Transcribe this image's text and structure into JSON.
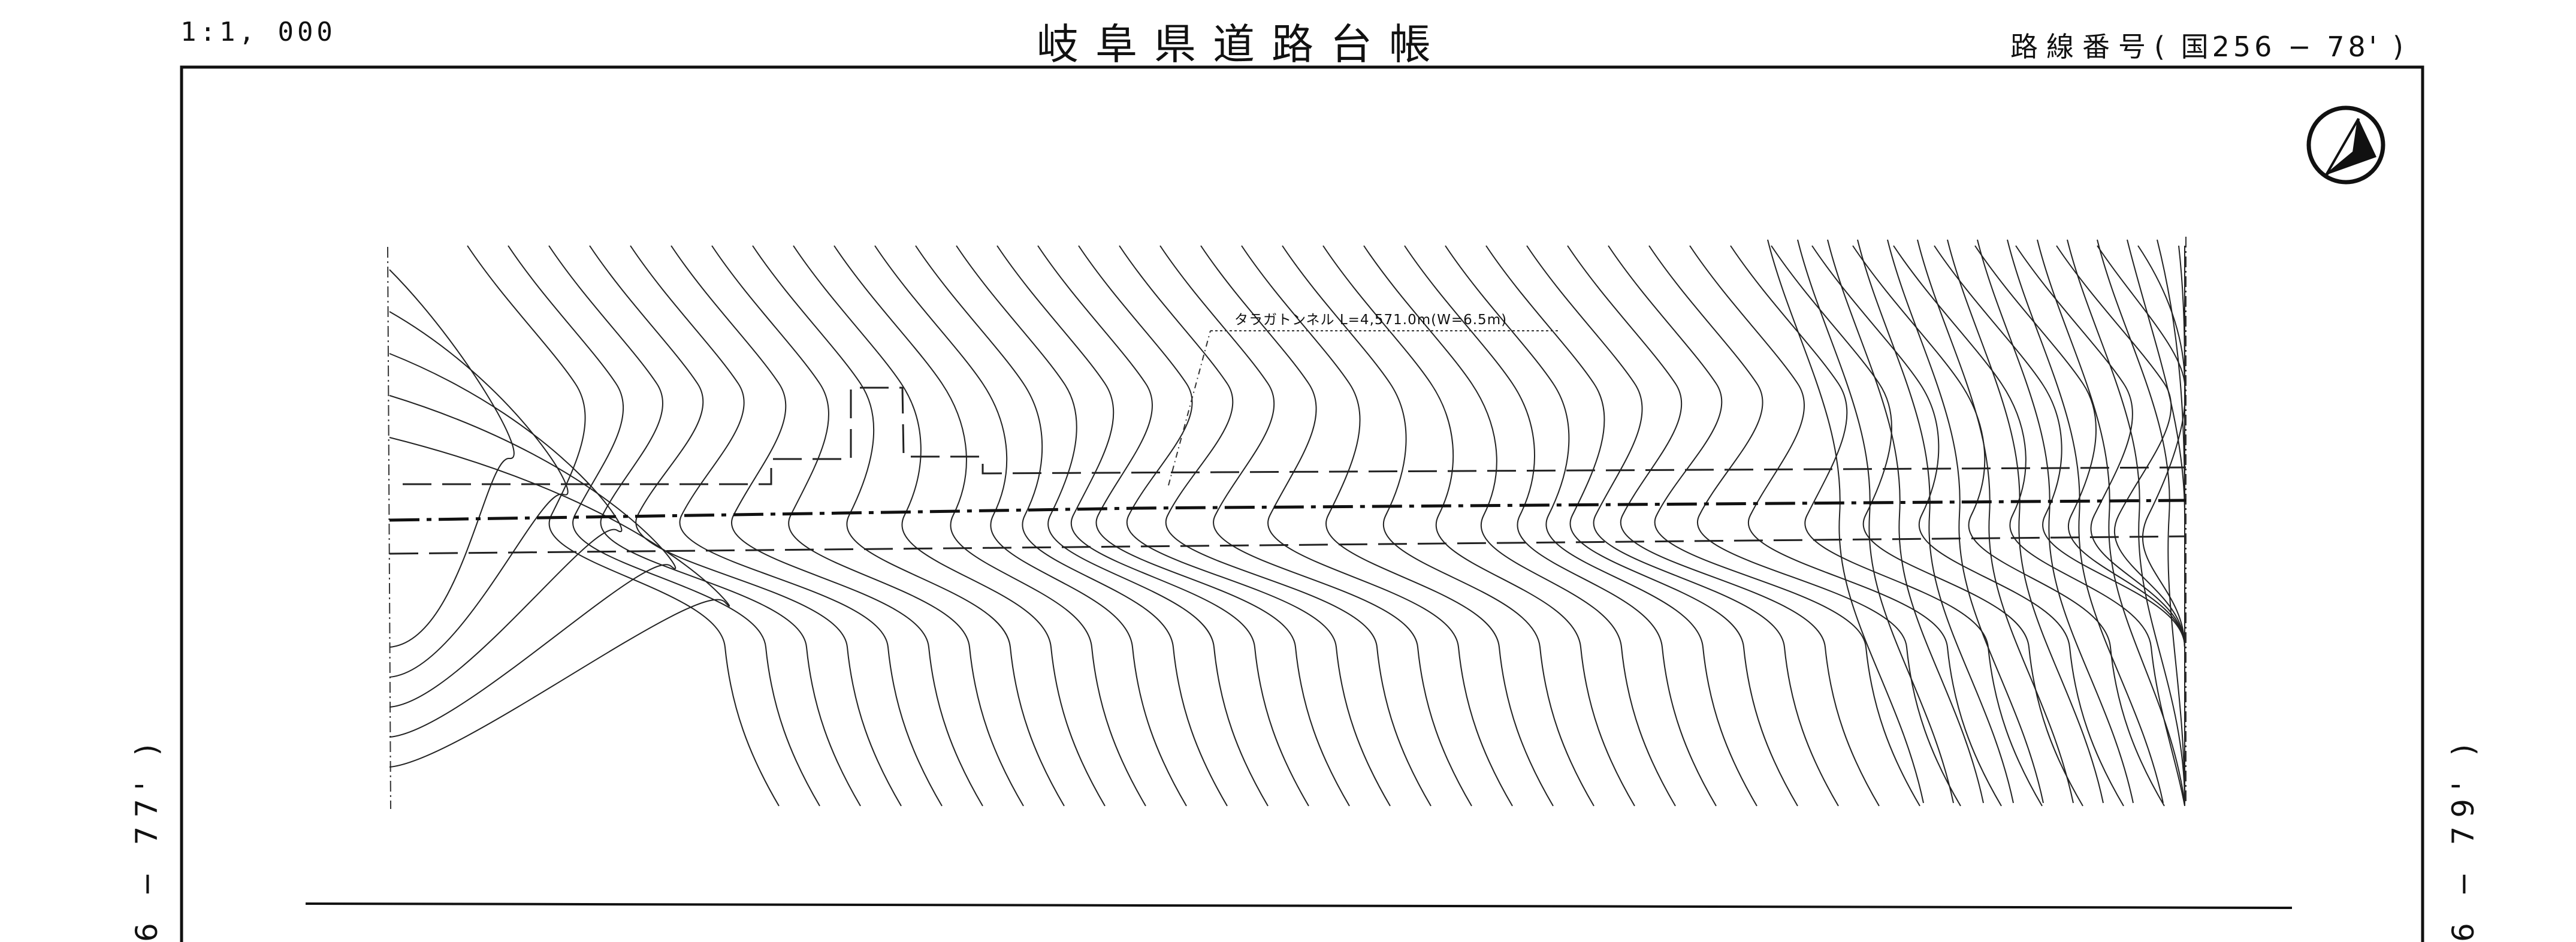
{
  "header": {
    "scale": "1:1, 000",
    "title": "岐阜県道路台帳",
    "route_label": "路線番号",
    "route_number": "国256",
    "route_dash": "−",
    "route_sheet": "78'"
  },
  "side_refs": {
    "left": "6 − 77' )",
    "right": "6 − 79' )"
  },
  "map": {
    "tunnel_label": "タラガトンネル L=4,571.0m(W=6.5m)",
    "north_arrow": "north-arrow-icon",
    "line_color": "#111111"
  }
}
